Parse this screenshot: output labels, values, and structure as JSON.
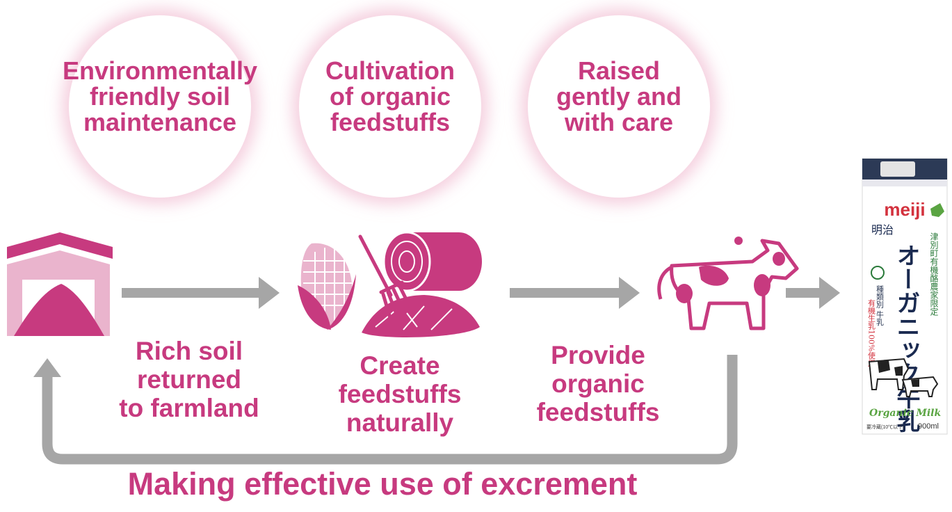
{
  "bubbles": [
    {
      "label": "Environmentally\nfriendly soil\nmaintenance"
    },
    {
      "label": "Cultivation\nof organic\nfeedstuffs"
    },
    {
      "label": "Raised\ngently and\nwith care"
    }
  ],
  "steps": [
    {
      "label": "Rich soil\nreturned\nto farmland"
    },
    {
      "label": "Create\nfeedstuffs\nnaturally"
    },
    {
      "label": "Provide\norganic\nfeedstuffs"
    }
  ],
  "cycle_caption": "Making effective use of excrement",
  "product": {
    "brand": "meiji",
    "maker": "明治",
    "name_jp": "オーガニック牛乳",
    "region_jp": "津別町有機酪農家限定",
    "organic_jp": "有機生乳100%使用",
    "type_jp": "種類別 牛乳",
    "english_name": "Organic Milk",
    "volume": "900ml",
    "storage": "要冷蔵(10℃以下)"
  },
  "colors": {
    "accent": "#c73a7f",
    "accent_light": "#eab4cd",
    "arrow_gray": "#a6a6a6"
  },
  "icons": [
    "barn-icon",
    "soil-pile-icon",
    "corn-icon",
    "hay-bale-icon",
    "pitchfork-icon",
    "cow-icon",
    "milk-carton-image"
  ]
}
